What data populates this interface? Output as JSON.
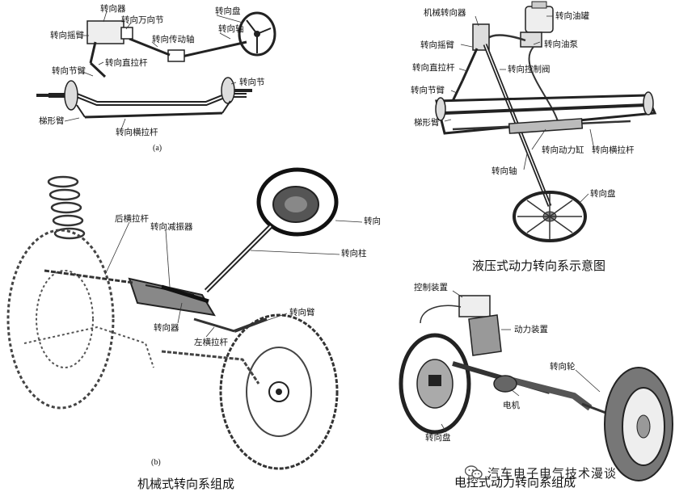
{
  "panel_a": {
    "sublabel": "(a)",
    "labels": {
      "gear": "转向器",
      "universal_joint": "转向万向节",
      "steering_wheel": "转向盘",
      "pitman_arm": "转向摇臂",
      "drive_shaft": "转向传动轴",
      "shaft": "转向轴",
      "drag_link": "转向直拉杆",
      "knuckle_arm": "转向节臂",
      "knuckle": "转向节",
      "trapezoid_arm": "梯形臂",
      "tie_rod": "转向横拉杆"
    }
  },
  "panel_b": {
    "sublabel": "(b)",
    "caption": "机械式转向系组成",
    "labels": {
      "rear_tie_rod": "后横拉杆",
      "damper": "转向减振器",
      "wheel": "转向",
      "column": "转向柱",
      "arm": "转向臂",
      "gear": "转向器",
      "left_tie_rod": "左横拉杆"
    }
  },
  "panel_hydraulic": {
    "caption": "液压式动力转向系示意图",
    "labels": {
      "mech_gear": "机械转向器",
      "oil_tank": "转向油罐",
      "pitman_arm": "转向摇臂",
      "oil_pump": "转向油泵",
      "drag_link": "转向直拉杆",
      "control_valve": "转向控制阀",
      "knuckle_arm": "转向节臂",
      "trapezoid_arm": "梯形臂",
      "power_cylinder": "转向动力缸",
      "tie_rod": "转向横拉杆",
      "shaft": "转向轴",
      "wheel": "转向盘"
    }
  },
  "panel_eps": {
    "caption": "电控式动力转向系组成",
    "labels": {
      "control_unit": "控制装置",
      "power_unit": "动力装置",
      "steered_wheel": "转向轮",
      "motor": "电机",
      "wheel": "转向盘"
    }
  },
  "watermark": {
    "text": "汽车电子电气技术漫谈",
    "icon": "wechat-icon"
  }
}
